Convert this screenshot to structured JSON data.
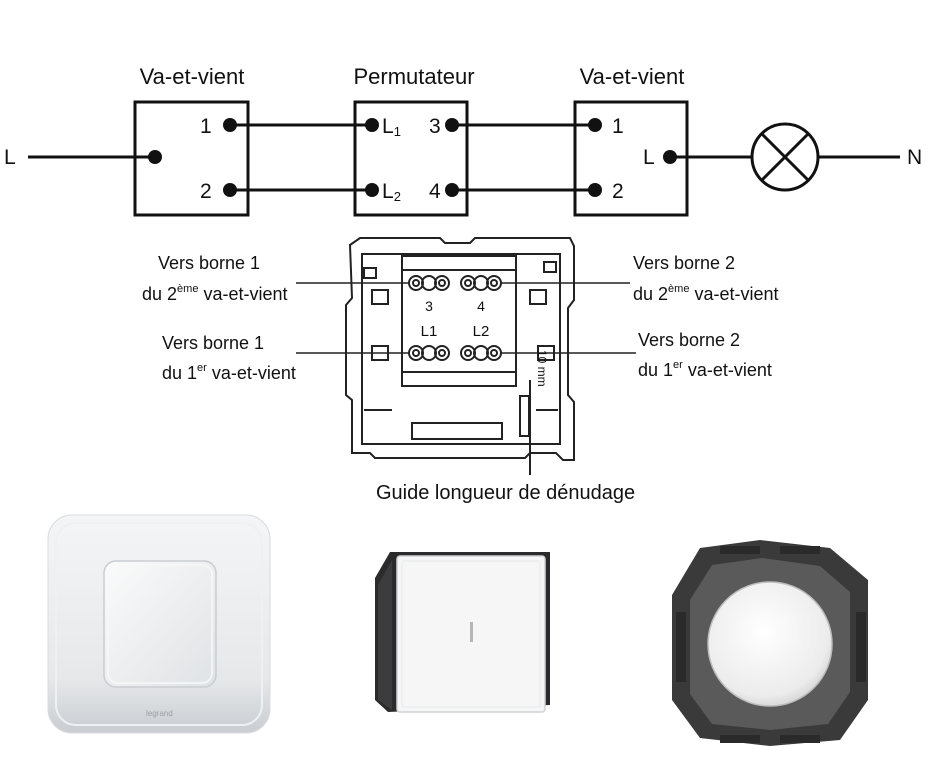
{
  "schema": {
    "switch1_title": "Va-et-vient",
    "intermediate_title": "Permutateur",
    "switch2_title": "Va-et-vient",
    "line_in": "L",
    "neutral": "N",
    "s1_t1": "1",
    "s1_t2": "2",
    "p_l1": "L",
    "p_l1_sub": "1",
    "p_l2": "L",
    "p_l2_sub": "2",
    "p_t3": "3",
    "p_t4": "4",
    "s2_t1": "1",
    "s2_t2": "2",
    "s2_l": "L"
  },
  "module": {
    "term3": "3",
    "term4": "4",
    "termL1": "L1",
    "termL2": "L2",
    "strip_length": "10 mm",
    "guide_label": "Guide longueur de dénudage",
    "left_top_l1": "Vers borne 1",
    "left_top_l2_pre": "du 2",
    "left_top_l2_sup": "ème",
    "left_top_l2_post": " va-et-vient",
    "left_bot_l1": "Vers borne 1",
    "left_bot_l2_pre": "du 1",
    "left_bot_l2_sup": "er",
    "left_bot_l2_post": " va-et-vient",
    "right_top_l1": "Vers borne 2",
    "right_top_l2_pre": "du 2",
    "right_top_l2_sup": "ème",
    "right_top_l2_post": " va-et-vient",
    "right_bot_l1": "Vers borne 2",
    "right_bot_l2_pre": "du 1",
    "right_bot_l2_sup": "er",
    "right_bot_l2_post": " va-et-vient"
  },
  "products": {
    "brand_mark": "legrand"
  }
}
